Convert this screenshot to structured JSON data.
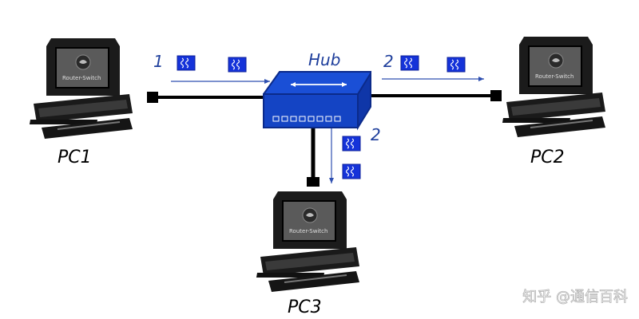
{
  "diagram": {
    "hub_label": "Hub",
    "nodes": [
      {
        "label": "PC1"
      },
      {
        "label": "PC2"
      },
      {
        "label": "PC3"
      }
    ],
    "steps": [
      "1",
      "2",
      "2"
    ],
    "screen_brand": "Router-Switch",
    "watermark": "知乎 @通信百科",
    "colors": {
      "cable": "#000000",
      "hub": "#1a4fd6",
      "packet": "#1533d9",
      "arrow": "#2e4fb0",
      "label_blue": "#1f3f9c"
    }
  }
}
